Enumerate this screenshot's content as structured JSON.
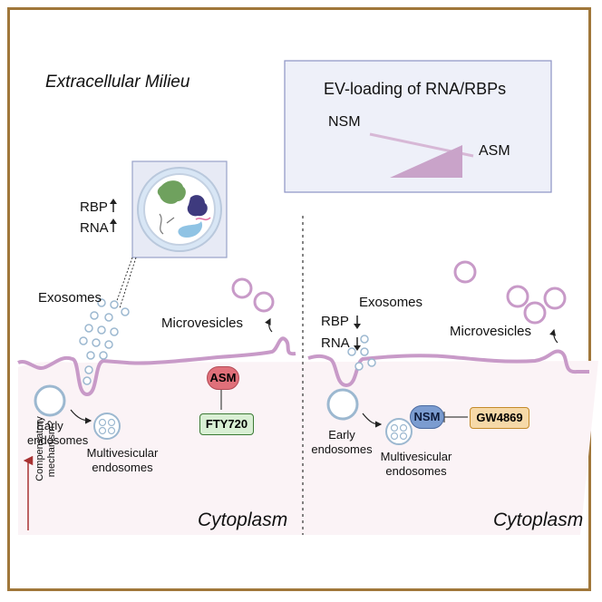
{
  "extracellular_title": "Extracellular Milieu",
  "cytoplasm_left": "Cytoplasm",
  "cytoplasm_right": "Cytoplasm",
  "inset": {
    "title": "EV-loading of RNA/RBPs",
    "nsm": "NSM",
    "asm": "ASM"
  },
  "left_panel": {
    "rbp": "RBP",
    "rna": "RNA",
    "exosomes": "Exosomes",
    "microvesicles": "Microvesicles",
    "asm_badge": "ASM",
    "inhibitor": "FTY720",
    "early_endosomes_1": "Early",
    "early_endosomes_2": "endosomes",
    "mve_1": "Multivesicular",
    "mve_2": "endosomes",
    "compensatory_1": "Compensatory",
    "compensatory_2": "mechanism?"
  },
  "right_panel": {
    "rbp": "RBP",
    "rna": "RNA",
    "exosomes": "Exosomes",
    "microvesicles": "Microvesicles",
    "nsm_badge": "NSM",
    "inhibitor": "GW4869",
    "early_endosomes_1": "Early",
    "early_endosomes_2": "endosomes",
    "mve_1": "Multivesicular",
    "mve_2": "endosomes"
  },
  "colors": {
    "border": "#a0773a",
    "membrane": "#c89ac8",
    "vesicle": "#9cb8d0",
    "asm_badge": "#e0707a",
    "nsm_badge": "#7b9cd0",
    "fty720_bg": "#d9efd4",
    "gw4869_bg": "#f6d9a8",
    "arrow_up": "#a83232"
  }
}
